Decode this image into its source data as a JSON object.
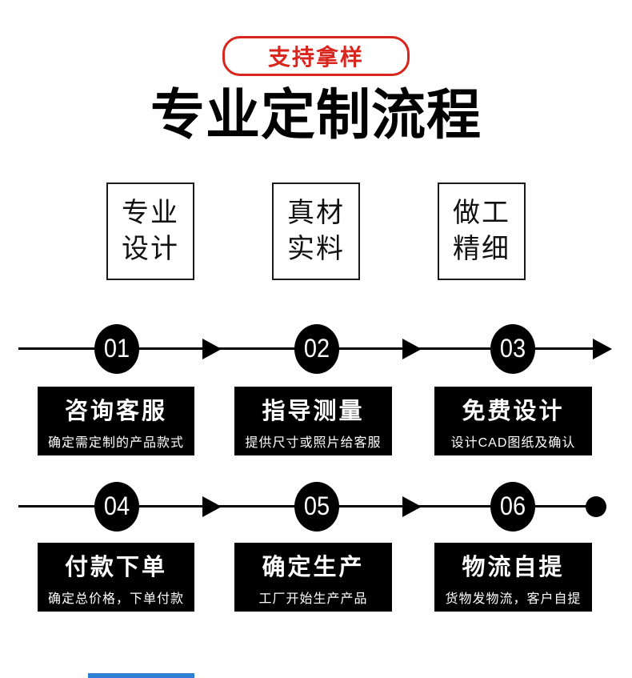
{
  "badge": {
    "label": "支持拿样",
    "color": "#d8251d"
  },
  "title": {
    "text": "专业定制流程"
  },
  "features": [
    {
      "line1": "专业",
      "line2": "设计"
    },
    {
      "line1": "真材",
      "line2": "实料"
    },
    {
      "line1": "做工",
      "line2": "精细"
    }
  ],
  "process_rows": [
    {
      "line_end": "arrow",
      "steps": [
        {
          "num": "01",
          "title": "咨询客服",
          "desc": "确定需定制的产品款式"
        },
        {
          "num": "02",
          "title": "指导测量",
          "desc": "提供尺寸或照片给客服"
        },
        {
          "num": "03",
          "title": "免费设计",
          "desc": "设计CAD图纸及确认"
        }
      ]
    },
    {
      "line_end": "dot",
      "steps": [
        {
          "num": "04",
          "title": "付款下单",
          "desc": "确定总价格，下单付款"
        },
        {
          "num": "05",
          "title": "确定生产",
          "desc": "工厂开始生产产品"
        },
        {
          "num": "06",
          "title": "物流自提",
          "desc": "货物发物流，客户自提"
        }
      ]
    }
  ],
  "colors": {
    "accent_red": "#d8251d",
    "step_box_bg": "#000000",
    "step_text": "#ffffff",
    "bottom_bar_blue": "#2f7fd2"
  }
}
